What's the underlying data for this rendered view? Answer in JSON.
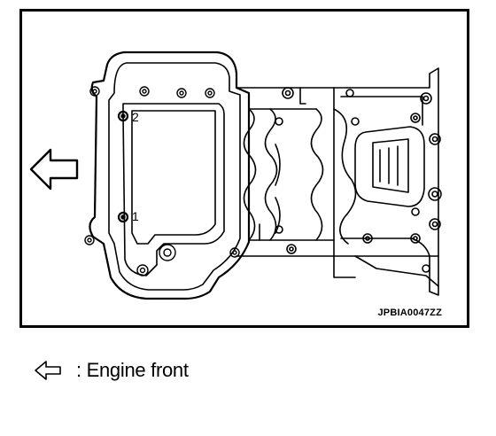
{
  "figure": {
    "code": "JPBIA0047ZZ",
    "callouts": [
      "2",
      "1"
    ]
  },
  "legend": {
    "icon": "left-arrow-outline-icon",
    "text": ": Engine front"
  }
}
